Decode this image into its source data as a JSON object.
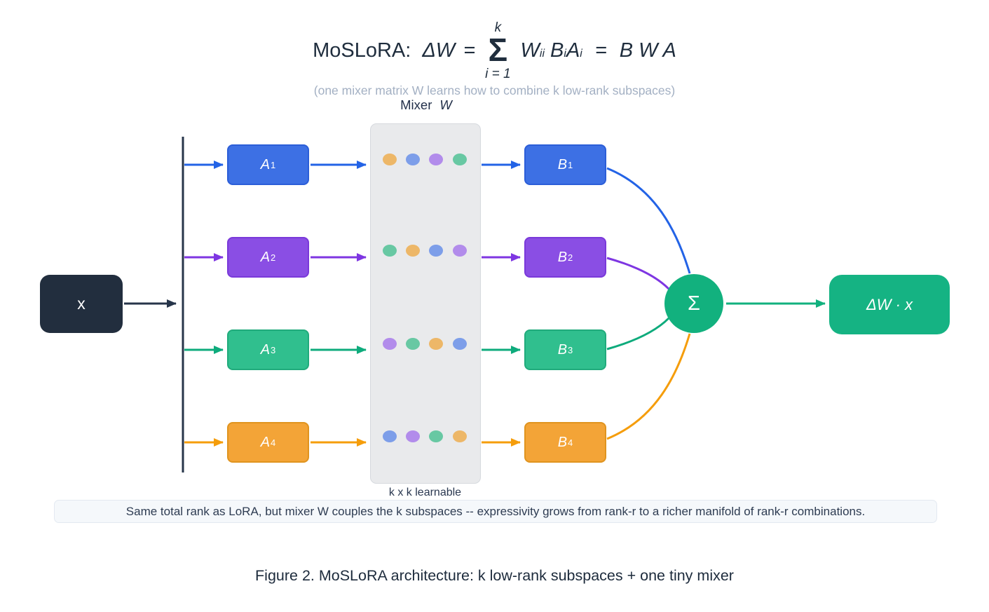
{
  "title": {
    "prefix": "MoSLoRA:",
    "lhs": "ΔW",
    "eq1": "=",
    "sum_top": "k",
    "sum_symbol": "Σ",
    "sum_bottom": "i = 1",
    "w_base": "W",
    "w_sub": "ii",
    "b_base": "B",
    "b_sub": "i",
    "a_base": "A",
    "a_sub": "i",
    "eq2": "=",
    "rhs": "B W A"
  },
  "subtitle": "(one mixer matrix W learns how to combine k low-rank subspaces)",
  "mixer": {
    "label_prefix": "Mixer",
    "label_symbol": "W",
    "sublabel": "k x k learnable",
    "background": "#e9eaec",
    "dot_rows": [
      [
        "orange",
        "blue",
        "purple",
        "green"
      ],
      [
        "green",
        "orange",
        "blue",
        "purple"
      ],
      [
        "purple",
        "green",
        "orange",
        "blue"
      ],
      [
        "blue",
        "purple",
        "green",
        "orange"
      ]
    ]
  },
  "dot_colors": {
    "orange": "#edb768",
    "blue": "#7d9ee9",
    "purple": "#b28ceb",
    "green": "#68c8a3"
  },
  "input_node": {
    "label": "x",
    "color": "#222e3e"
  },
  "sum_node": {
    "label": "Σ",
    "color": "#12b17e"
  },
  "output_node": {
    "label": "ΔW · x",
    "color": "#15b383"
  },
  "branches": [
    {
      "a_base": "A",
      "a_sub": "1",
      "b_base": "B",
      "b_sub": "1",
      "fill": "#3d70e4",
      "border": "#2c5ed8",
      "arrow": "#2363e6"
    },
    {
      "a_base": "A",
      "a_sub": "2",
      "b_base": "B",
      "b_sub": "2",
      "fill": "#8a4ee4",
      "border": "#7a39da",
      "arrow": "#7e36e2"
    },
    {
      "a_base": "A",
      "a_sub": "3",
      "b_base": "B",
      "b_sub": "3",
      "fill": "#30bf8e",
      "border": "#21ab7c",
      "arrow": "#0eab7c"
    },
    {
      "a_base": "A",
      "a_sub": "4",
      "b_base": "B",
      "b_sub": "4",
      "fill": "#f3a437",
      "border": "#e0941f",
      "arrow": "#f59d0b"
    }
  ],
  "colors": {
    "line_dark": "#27354a",
    "output_arrow": "#12b17e"
  },
  "note": "Same total rank as LoRA, but mixer W couples the k subspaces -- expressivity grows from rank-r to a richer manifold of rank-r combinations.",
  "figure_caption": "Figure 2. MoSLoRA architecture: k low-rank subspaces + one tiny mixer"
}
